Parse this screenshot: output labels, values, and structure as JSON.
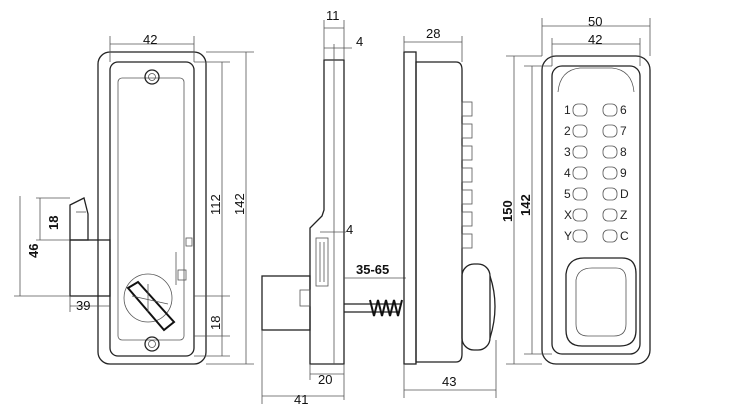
{
  "front_view": {
    "width_42": "42",
    "height_112": "112",
    "height_142": "142",
    "latch_18_top": "18",
    "latch_46": "46",
    "latch_39": "39",
    "latch_18_bottom": "18"
  },
  "side_view": {
    "dim_11": "11",
    "dim_4_top": "4",
    "dim_4_mid": "4",
    "range_35_65": "35-65",
    "dim_20": "20",
    "dim_41": "41"
  },
  "back_side_view": {
    "dim_28": "28",
    "dim_43": "43"
  },
  "keypad_view": {
    "width_50": "50",
    "width_42": "42",
    "height_150": "150",
    "height_142": "142",
    "keys_left": [
      "1",
      "2",
      "3",
      "4",
      "5",
      "X",
      "Y"
    ],
    "keys_right": [
      "6",
      "7",
      "8",
      "9",
      "D",
      "Z",
      "C"
    ]
  }
}
